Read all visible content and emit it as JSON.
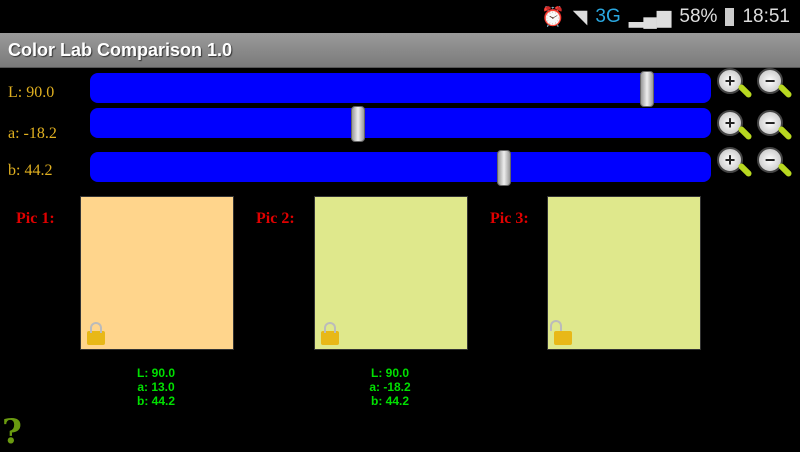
{
  "status": {
    "network": "3G",
    "battery": "58%",
    "time": "18:51"
  },
  "app": {
    "title": "Color Lab Comparison 1.0"
  },
  "sliders": [
    {
      "label": "L: 90.0",
      "fraction": 0.895
    },
    {
      "label": "a: -18.2",
      "fraction": 0.43
    },
    {
      "label": "b: 44.2",
      "fraction": 0.665
    }
  ],
  "pics": [
    {
      "label": "Pic 1:",
      "color": "#ffd58c",
      "locked": true,
      "L": "L: 90.0",
      "a": "a: 13.0",
      "b": "b: 44.2"
    },
    {
      "label": "Pic 2:",
      "color": "#dfe88c",
      "locked": true,
      "L": "L: 90.0",
      "a": "a: -18.2",
      "b": "b: 44.2"
    },
    {
      "label": "Pic 3:",
      "color": "#dfe88c",
      "locked": false
    }
  ],
  "help": "?"
}
